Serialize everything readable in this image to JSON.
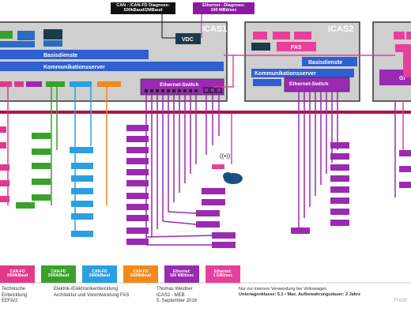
{
  "callouts": {
    "can_diag": [
      "CAN - /CAN-FD Diagnose:",
      "500kBaud/2MBaud"
    ],
    "eth_diag": [
      "Ethernet - Diagnose:",
      "100 MBit/sec"
    ]
  },
  "icas1": {
    "title": "ICAS1",
    "vdc": "VDC",
    "basisdienste": "Basisdienste",
    "kommunikationsserver": "Kommunikationsserver",
    "ethernet_switch": "Ethernet-Switch"
  },
  "icas2": {
    "title": "ICAS2",
    "fas": "FAS",
    "basisdienste": "Basisdienste",
    "kommunikationsserver": "Kommunikationsserver",
    "ethernet_switch": "Ethernet-Switch"
  },
  "icas3": {
    "gr": "Gr"
  },
  "legend": [
    {
      "line1": "CAN-FD",
      "line2": "2000kBaud",
      "color": "#e23a8a"
    },
    {
      "line1": "CAN-FD",
      "line2": "2000kBaud",
      "color": "#3aa12a"
    },
    {
      "line1": "CAN-FD",
      "line2": "2000kBaud",
      "color": "#2aa0e0"
    },
    {
      "line1": "CAN-FD",
      "line2": "2000kBaud",
      "color": "#f08a1a"
    },
    {
      "line1": "Ethernet:",
      "line2": "100 MBit/sec",
      "color": "#9a2ab0"
    },
    {
      "line1": "Ethernet:",
      "line2": "1 GBit/sec",
      "color": "#e8409a"
    }
  ],
  "footer": {
    "col1": [
      "Technische",
      "Entwicklung",
      "EEFA/2"
    ],
    "col2": [
      "Elektrik-/Elektronikentwicklung",
      "Architektur und Vorentwicklung FAS"
    ],
    "col3": [
      "Thomas Weidner",
      "ICAS2 - MEB",
      "5. September 2016"
    ],
    "col4_line1": "Nur zur internen Verwendung bei Volkswagen",
    "col4_line2": "Unterlagenklasse: 5.1 • Max. Aufbewahrungsdauer: 2 Jahre",
    "page_label": "THOR"
  },
  "colors": {
    "bus_red": "#b0124a",
    "gray_box": "#cfcfcf",
    "blue_bar": "#2f5fd0",
    "purple": "#9a2ab0",
    "pink": "#e8409a",
    "green": "#3aa12a",
    "lightblue": "#2aa0e0",
    "orange": "#f08a1a",
    "dark_teal": "#1c3a4a"
  }
}
